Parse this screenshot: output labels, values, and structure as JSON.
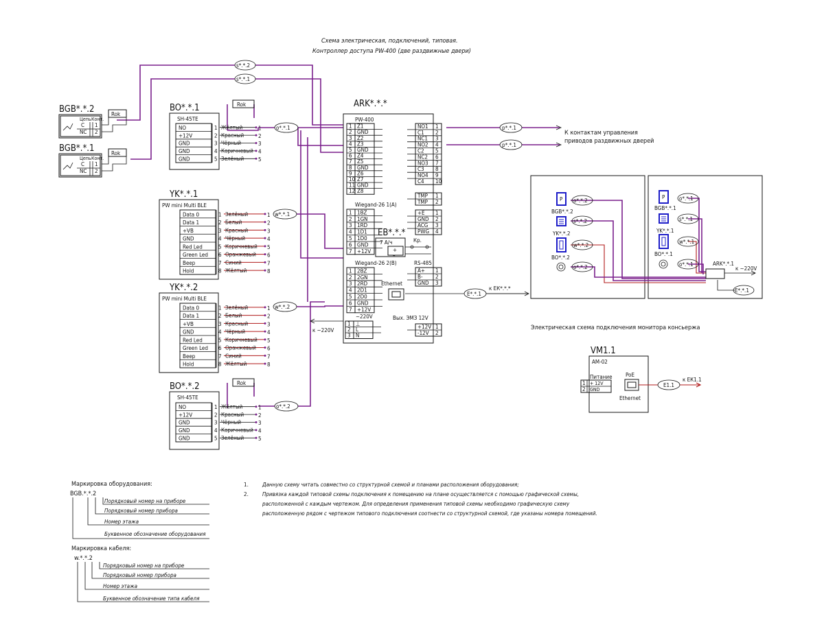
{
  "title": {
    "line1": "Схема электрическая,  подключений, типовая.",
    "line2": "Контроллер доступа PW-400 (две раздвижные двери)"
  },
  "common": {
    "rok": "Rok",
    "sh45": "SH-45TE",
    "pw_mini": "PW mini Multi BLE",
    "pw_mini2": "PW mini Multi BLE",
    "chain": "Цепь",
    "cont": "Конт.",
    "c": "C",
    "nc": "NC",
    "n1": "1",
    "n2": "2",
    "n3": "3",
    "n4": "4",
    "n5": "5",
    "n6": "6",
    "n7": "7",
    "n8": "8"
  },
  "bgb2": {
    "label": "BGB*.*.2"
  },
  "bgb1": {
    "label": "BGB*.*.1"
  },
  "bo1": {
    "label": "BO*.*.1"
  },
  "bo2": {
    "label": "BO*.*.2"
  },
  "yk1": {
    "label": "YK*.*.1"
  },
  "yk2": {
    "label": "YK*.*.2"
  },
  "sensor_pins": [
    "NO",
    "+12V",
    "GND",
    "GND",
    "GND"
  ],
  "sensor_wires": [
    "Жёлтый",
    "Красный",
    "Чёрный",
    "Коричневый",
    "Зелёный"
  ],
  "reader_pins": [
    "Data 0",
    "Data 1",
    "+VB",
    "GND",
    "Red Led",
    "Green Led",
    "Beep",
    "Hold"
  ],
  "reader_wires": [
    "Зелёный",
    "Белый",
    "Красный",
    "Чёрный",
    "Коричневый",
    "Оранжевый",
    "Синий",
    "Жёлтый"
  ],
  "cables": {
    "s2": "s*.*.2",
    "s1": "s*.*.1",
    "o1": "o*.*.1",
    "o2": "o*.*.2",
    "w1": "w*.*.1",
    "w2": "w*.*.2",
    "p1": "p*.*.1",
    "p2": "p*.*.1",
    "e1": "E*.*.1",
    "e11": "E1.1"
  },
  "ark": {
    "label": "ARK*.*.*",
    "model": "PW-400",
    "z_pins": [
      "Z1",
      "GND",
      "Z2",
      "Z3",
      "GND",
      "Z4",
      "Z5",
      "GND",
      "Z6",
      "Z7",
      "GND",
      "Z8"
    ],
    "w1_title": "Wiegand-26 1(A)",
    "w1_pins": [
      "1BZ",
      "1GN",
      "1RD",
      "1D1",
      "1D0",
      "GND",
      "+12V"
    ],
    "w2_title": "Wiegand-26 2(B)",
    "w2_pins": [
      "2BZ",
      "2GN",
      "2RD",
      "2D1",
      "2D0",
      "GND",
      "+12V"
    ],
    "no_pins": [
      "NO1",
      "C1",
      "NC1",
      "NO2",
      "C2",
      "NC2",
      "NO3",
      "C3",
      "NO4",
      "C4"
    ],
    "tmp_pins": [
      "TMP",
      "TMP"
    ],
    "e_pins": [
      "+E",
      "GND",
      "ACG",
      "PWG"
    ],
    "rs485": "RS-485",
    "rs_pins": [
      "A+",
      "B-",
      "GND"
    ],
    "ethernet": "Ethernet",
    "power": "~220V",
    "power_pins": [
      "⊥",
      "L",
      "N"
    ],
    "out_title": "Вых. ЭМЗ 12V",
    "out_pins": [
      "+12V",
      "-12V"
    ]
  },
  "eb": {
    "label": "EB*.*.*",
    "model": "7 А/ч",
    "plus": "+",
    "minus": "–"
  },
  "kp": "Кр.",
  "k220": "к ~220V",
  "k220b": "к ~220V",
  "k_ek": "к ЕК*.*.*",
  "doors_note": {
    "line1": "К контактам управления",
    "line2": "приводов раздвижных дверей"
  },
  "layout_plan": {
    "bgb2": "BGB*.*.2",
    "bgb1": "BGB*.*.1",
    "yk2": "YK*.*.2",
    "yk1": "YK*.*.1",
    "bo2": "BO*.*.2",
    "bo1": "BO*.*.1",
    "ark": "ARK*.*.1",
    "k220": "к ~220V",
    "p": "P",
    "cables": [
      "o*.*.2",
      "s*.*.2",
      "w*.*.2",
      "o*.*.2",
      "o*.*.1",
      "s*.*.1",
      "w*.*.1",
      "o*.*.1",
      "E*.*.1"
    ]
  },
  "monitor": {
    "heading": "Электрическая схема подключения монитора консьержа",
    "label": "VM1.1",
    "model": "AM-02",
    "supply": "Питание",
    "pins": [
      "+ 12V",
      "GND"
    ],
    "poe": "PoE",
    "ethernet": "Ethernet",
    "k_ek": "к ЕК1.1"
  },
  "marking_equipment": {
    "title": "Маркировка оборудования:",
    "code": "BGB.*.*.2",
    "items": [
      "Порядковый номер на приборе",
      "Порядковый номер прибора",
      "Номер этажа",
      "Буквенное обозначение оборудования"
    ]
  },
  "marking_cable": {
    "title": "Маркировка кабеля:",
    "code": "w.*.*.2",
    "items": [
      "Порядковый номер на приборе",
      "Порядковый номер прибора",
      "Номер этажа",
      "Буквенное обозначение типа кабеля"
    ]
  },
  "notes": [
    {
      "num": "1.",
      "text": "Данную схему читать совместно со структурной схемой и планами расположения оборудования;"
    },
    {
      "num": "2.",
      "text": "Привязка каждой типовой схемы подключения к помещению на плане осуществляется с помощью графической схемы,"
    },
    {
      "num": "",
      "text": "расположенной с каждым чертежом. Для определения применения типовой схемы необходимо графическую схему"
    },
    {
      "num": "",
      "text": "расположенную рядом с чертежом типового подключения соотнести со структурной схемой, где указаны номера помещений."
    }
  ],
  "colors": {
    "wire_purple": "#7a1f8c",
    "wire_red": "#b01818",
    "plan_blue": "#1c1cc8"
  }
}
